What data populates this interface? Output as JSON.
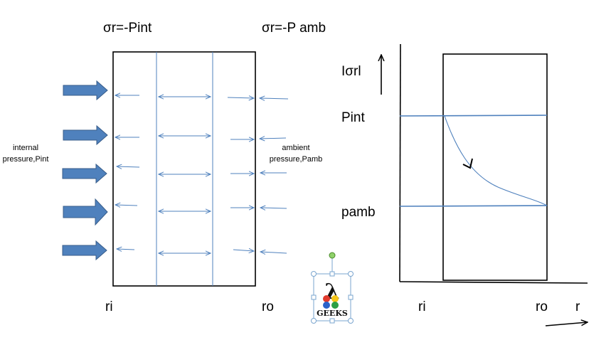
{
  "labels": {
    "sigma_inner": "σr=-Pint",
    "sigma_outer": "σr=-P amb",
    "internal_pressure": "internal pressure,Pint",
    "ambient_pressure": "ambient pressure,Pamb",
    "ri_left": "ri",
    "ro_left": "ro",
    "abs_sigma": "Iσrl",
    "pint": "Pint",
    "pamb": "pamb",
    "ri_right": "ri",
    "ro_right": "ro",
    "r_axis": "r"
  },
  "logo": {
    "text": "GEEKS",
    "symbol": "λ"
  },
  "colors": {
    "line": "#4f81bd",
    "arrow_fill": "#4f81bd",
    "arrow_edge": "#385d8a",
    "frame": "#000000"
  }
}
